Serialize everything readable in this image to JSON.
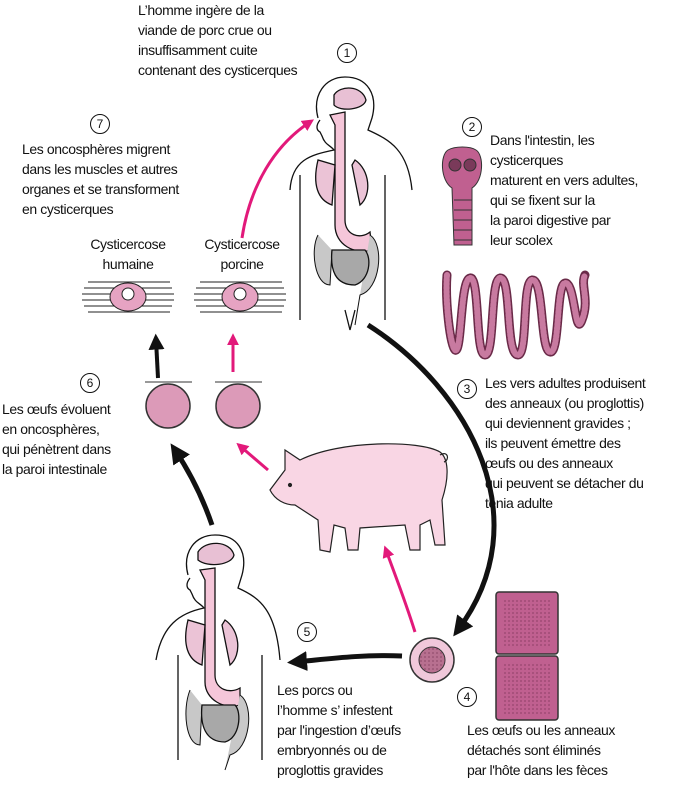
{
  "steps": [
    {
      "number": "1",
      "lines": [
        "L’homme ingère de la",
        "viande de porc crue ou",
        "insuffisamment cuite",
        "contenant des cysticerques"
      ]
    },
    {
      "number": "2",
      "lines": [
        "Dans l'intestin, les",
        "cysticerques",
        "maturent en vers adultes,",
        "qui se fixent  sur la",
        "la paroi digestive par",
        "leur scolex"
      ]
    },
    {
      "number": "3",
      "lines": [
        "Les vers adultes produisent",
        "des anneaux (ou  proglottis)",
        "qui deviennent gravides ;",
        "ils peuvent émettre des",
        "œufs ou des anneaux",
        "qui peuvent se détacher du",
        "ténia adulte"
      ]
    },
    {
      "number": "4",
      "lines": [
        "Les œufs ou les anneaux",
        "détachés sont éliminés",
        "par l'hôte dans les fèces"
      ]
    },
    {
      "number": "5",
      "lines": [
        "Les porcs ou",
        "l’homme s’ infestent",
        "par l'ingestion d’œufs",
        "embryonnés ou de",
        "proglottis gravides"
      ]
    },
    {
      "number": "6",
      "lines": [
        "Les œufs évoluent",
        "en oncosphères,",
        "qui pénètrent dans",
        "la paroi intestinale"
      ]
    },
    {
      "number": "7",
      "lines": [
        "Les oncosphères migrent",
        "dans les muscles et autres",
        "organes et se transforment",
        "en cysticerques"
      ]
    }
  ],
  "labels": {
    "human_cysticercosis": [
      "Cysticercose",
      "humaine"
    ],
    "porcine_cysticercosis": [
      "Cysticercose",
      "porcine"
    ]
  },
  "colors": {
    "pink_arrow": "#e2197a",
    "organ_pink": "#f5c6d9",
    "parasite_mauve": "#c06090",
    "oncosphere": "#dc9ab8",
    "pig": "#f9d6e4",
    "intestine_gray": "#c8c8c8"
  }
}
